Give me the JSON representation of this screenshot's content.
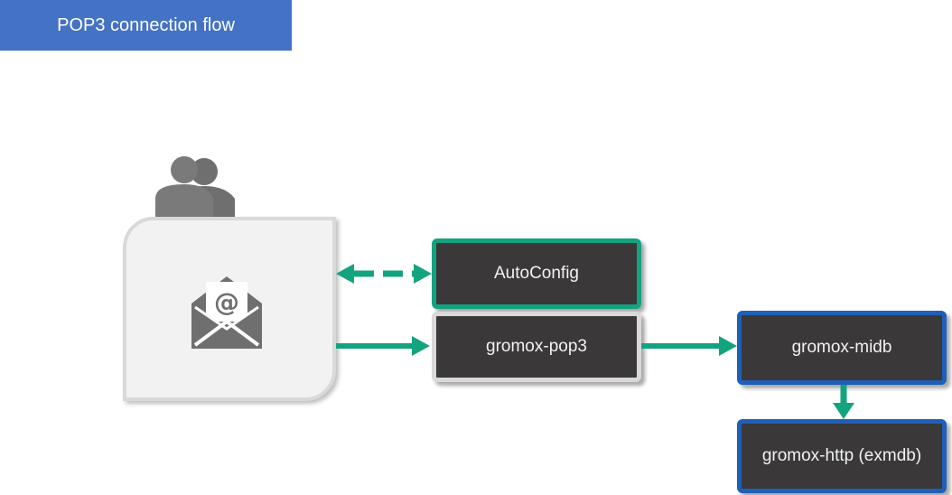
{
  "title": "POP3 connection flow",
  "nodes": {
    "autoconfig": "AutoConfig",
    "pop3": "gromox-pop3",
    "midb": "gromox-midb",
    "http": "gromox-http (exmdb)"
  },
  "icons": {
    "users": "users-icon",
    "mail_client": "open-envelope-at-icon"
  },
  "colors": {
    "title_bg": "#4472C4",
    "node_bg": "#3a3838",
    "green_accent": "#14a37f",
    "blue_accent": "#1f5fb8",
    "gray_accent": "#d9d9d9",
    "arrow": "#14a37f"
  },
  "connections": [
    {
      "from": "mail-client",
      "to": "autoconfig",
      "style": "dashed",
      "direction": "both"
    },
    {
      "from": "mail-client",
      "to": "gromox-pop3",
      "style": "solid",
      "direction": "forward"
    },
    {
      "from": "gromox-pop3",
      "to": "gromox-midb",
      "style": "solid",
      "direction": "forward"
    },
    {
      "from": "gromox-midb",
      "to": "gromox-http (exmdb)",
      "style": "solid",
      "direction": "forward"
    }
  ]
}
